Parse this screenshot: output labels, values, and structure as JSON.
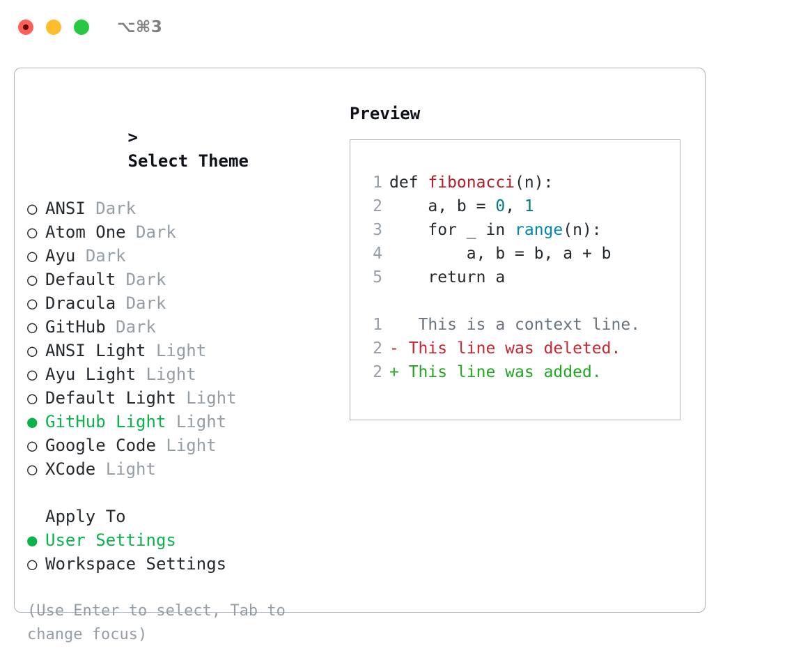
{
  "window": {
    "shortcut": "⌥⌘3",
    "traffic_lights": [
      {
        "name": "close-button",
        "color": "#ff5f57"
      },
      {
        "name": "minimize-button",
        "color": "#ffbd2e"
      },
      {
        "name": "maximize-button",
        "color": "#28c840"
      }
    ]
  },
  "theme_picker": {
    "title": "> Select Theme",
    "caret": ">",
    "title_text": "Select Theme",
    "selected_marker": "●",
    "unselected_marker": "○",
    "selected_color": "#0ab44b",
    "tag_color": "#959da5",
    "options": [
      {
        "label": "ANSI",
        "tag": "Dark",
        "selected": false
      },
      {
        "label": "Atom One",
        "tag": "Dark",
        "selected": false
      },
      {
        "label": "Ayu",
        "tag": "Dark",
        "selected": false
      },
      {
        "label": "Default",
        "tag": "Dark",
        "selected": false
      },
      {
        "label": "Dracula",
        "tag": "Dark",
        "selected": false
      },
      {
        "label": "GitHub",
        "tag": "Dark",
        "selected": false
      },
      {
        "label": "ANSI Light",
        "tag": "Light",
        "selected": false
      },
      {
        "label": "Ayu Light",
        "tag": "Light",
        "selected": false
      },
      {
        "label": "Default Light",
        "tag": "Light",
        "selected": false
      },
      {
        "label": "GitHub Light",
        "tag": "Light",
        "selected": true
      },
      {
        "label": "Google Code",
        "tag": "Light",
        "selected": false
      },
      {
        "label": "XCode",
        "tag": "Light",
        "selected": false
      }
    ]
  },
  "apply_to": {
    "title": "Apply To",
    "options": [
      {
        "label": "User Settings",
        "selected": true
      },
      {
        "label": "Workspace Settings",
        "selected": false
      }
    ]
  },
  "hint": "(Use Enter to select, Tab to change focus)",
  "preview": {
    "title": "Preview",
    "code_lines": [
      {
        "no": "1",
        "tokens": [
          {
            "t": "def ",
            "k": "plain"
          },
          {
            "t": "fibonacci",
            "k": "fn"
          },
          {
            "t": "(n):",
            "k": "plain"
          }
        ]
      },
      {
        "no": "2",
        "tokens": [
          {
            "t": "    a, b = ",
            "k": "plain"
          },
          {
            "t": "0",
            "k": "num"
          },
          {
            "t": ", ",
            "k": "plain"
          },
          {
            "t": "1",
            "k": "num"
          }
        ]
      },
      {
        "no": "3",
        "tokens": [
          {
            "t": "    for _ in ",
            "k": "plain"
          },
          {
            "t": "range",
            "k": "bi"
          },
          {
            "t": "(n):",
            "k": "plain"
          }
        ]
      },
      {
        "no": "4",
        "tokens": [
          {
            "t": "        a, b = b, a + b",
            "k": "plain"
          }
        ]
      },
      {
        "no": "5",
        "tokens": [
          {
            "t": "    return a",
            "k": "plain"
          }
        ]
      }
    ],
    "diff_lines": [
      {
        "no": "1",
        "sign": " ",
        "text": "  This is a context line.",
        "kind": "ctx"
      },
      {
        "no": "2",
        "sign": "-",
        "text": " This line was deleted.",
        "kind": "del"
      },
      {
        "no": "2",
        "sign": "+",
        "text": " This line was added.",
        "kind": "add"
      }
    ],
    "colors": {
      "function": "#b31d28",
      "number": "#007d7d",
      "builtin": "#0086b3",
      "plain": "#24292e",
      "lineno": "#959da5",
      "diff_context": "#6a737d",
      "diff_deleted": "#cb2431",
      "diff_added": "#22a722"
    }
  }
}
